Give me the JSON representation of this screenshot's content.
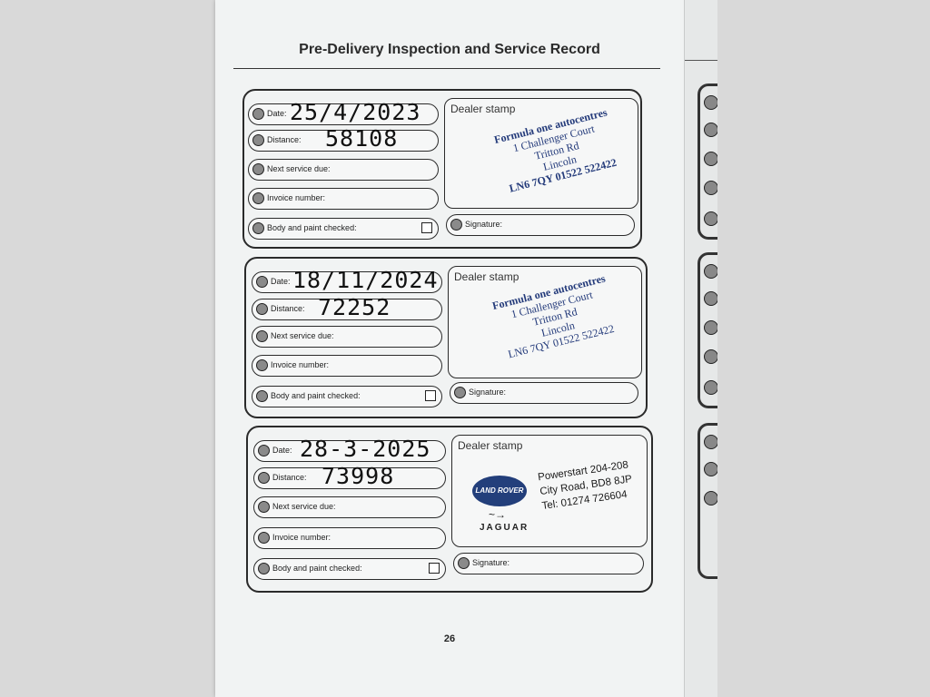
{
  "title": "Pre-Delivery Inspection and Service Record",
  "page_number": "26",
  "labels": {
    "date": "Date:",
    "distance": "Distance:",
    "next_service": "Next service due:",
    "invoice": "Invoice number:",
    "body_paint": "Body and paint checked:",
    "dealer_stamp": "Dealer stamp",
    "signature": "Signature:"
  },
  "records": [
    {
      "date": "25/4/2023",
      "distance": "58108",
      "stamp": {
        "name": "Formula one autocentres",
        "line1": "1 Challenger Court",
        "line2": "Tritton Rd",
        "line3": "Lincoln",
        "line4": "LN6 7QY 01522 522422"
      }
    },
    {
      "date": "18/11/2024",
      "distance": "72252",
      "stamp": {
        "name": "Formula one autocentres",
        "line1": "1 Challenger Court",
        "line2": "Tritton Rd",
        "line3": "Lincoln",
        "line4": "LN6 7QY 01522 522422"
      }
    },
    {
      "date": "28-3-2025",
      "distance": "73998",
      "stamp": {
        "line1": "Powerstart 204-208",
        "line2": "City Road, BD8 8JP",
        "line3": "Tel: 01274 726604",
        "logo_text": "LAND ROVER",
        "brand_text": "JAGUAR"
      }
    }
  ]
}
